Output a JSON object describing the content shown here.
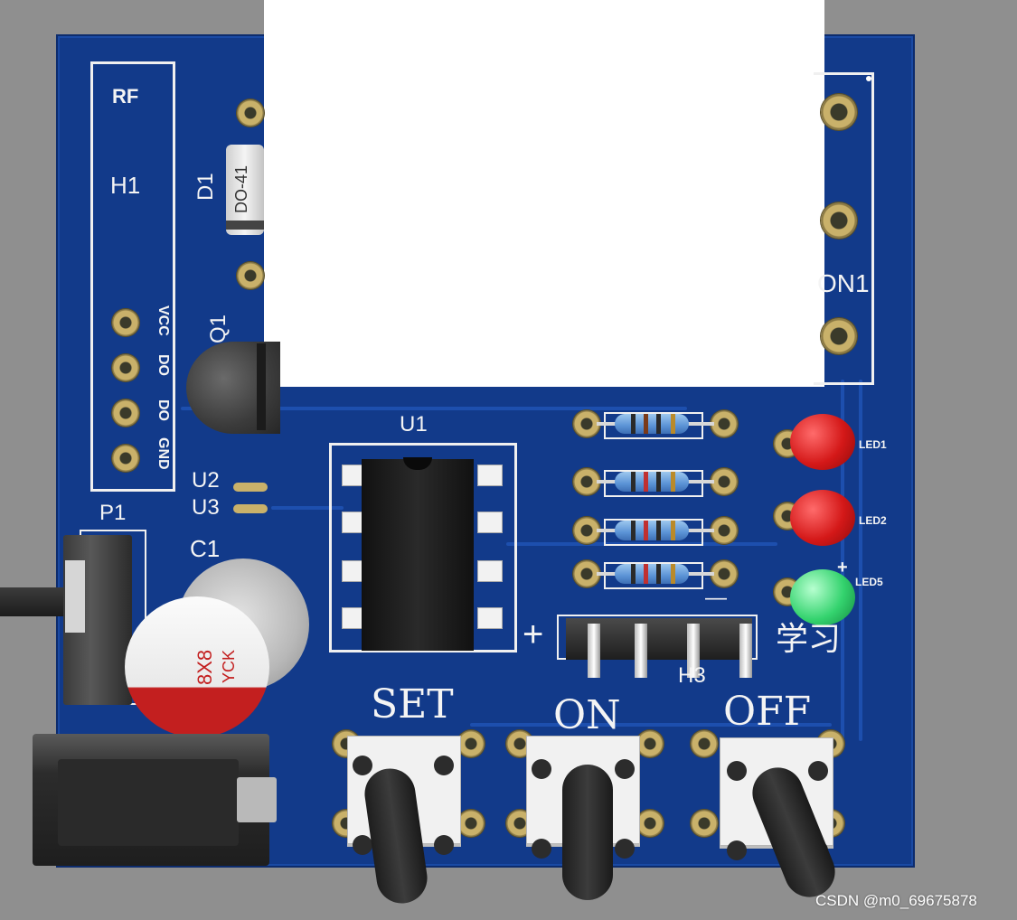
{
  "board": {
    "rf_label": "RF",
    "h1_label": "H1",
    "d1_label": "D1",
    "diode_package": "DO-41",
    "q1_label": "Q1",
    "con1_label": "ON1",
    "u1_label": "U1",
    "u2_label": "U2",
    "u3_label": "U3",
    "p1_label": "P1",
    "c1_label": "C1",
    "cap_marking_1": "8X8",
    "cap_marking_2": "YCK",
    "h3_label": "H3",
    "plus_label": "+",
    "minus_label": "—",
    "learn_label": "学习",
    "led_plus": "+",
    "header_pins": [
      "VCC",
      "DO",
      "DO",
      "GND"
    ],
    "leds": [
      {
        "label": "LED1",
        "color": "#d41818"
      },
      {
        "label": "LED2",
        "color": "#d41818"
      },
      {
        "label": "LED5",
        "color": "#34d36e"
      }
    ],
    "buttons": [
      {
        "label": "SET"
      },
      {
        "label": "ON"
      },
      {
        "label": "OFF"
      }
    ]
  },
  "watermark": "CSDN @m0_69675878",
  "colors": {
    "pcb": "#123a8a",
    "silkscreen": "#f4f4f4",
    "pad": "#c9b16a",
    "background": "#8f8f8f"
  }
}
